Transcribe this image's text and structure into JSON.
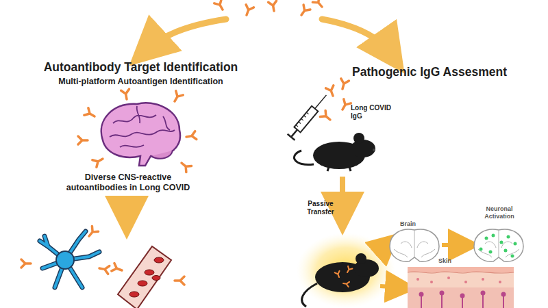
{
  "diagram": {
    "labels": [
      "Autoantibody Target Identification",
      "Multi-platform Autoantigen Identification",
      "Diverse CNS-reactive autoantibodies in Long COVID",
      "Pathogenic IgG Assesment",
      "Long COVID IgG",
      "Passive Transfer",
      "Brain",
      "Neuronal Activation",
      "Skin"
    ]
  }
}
